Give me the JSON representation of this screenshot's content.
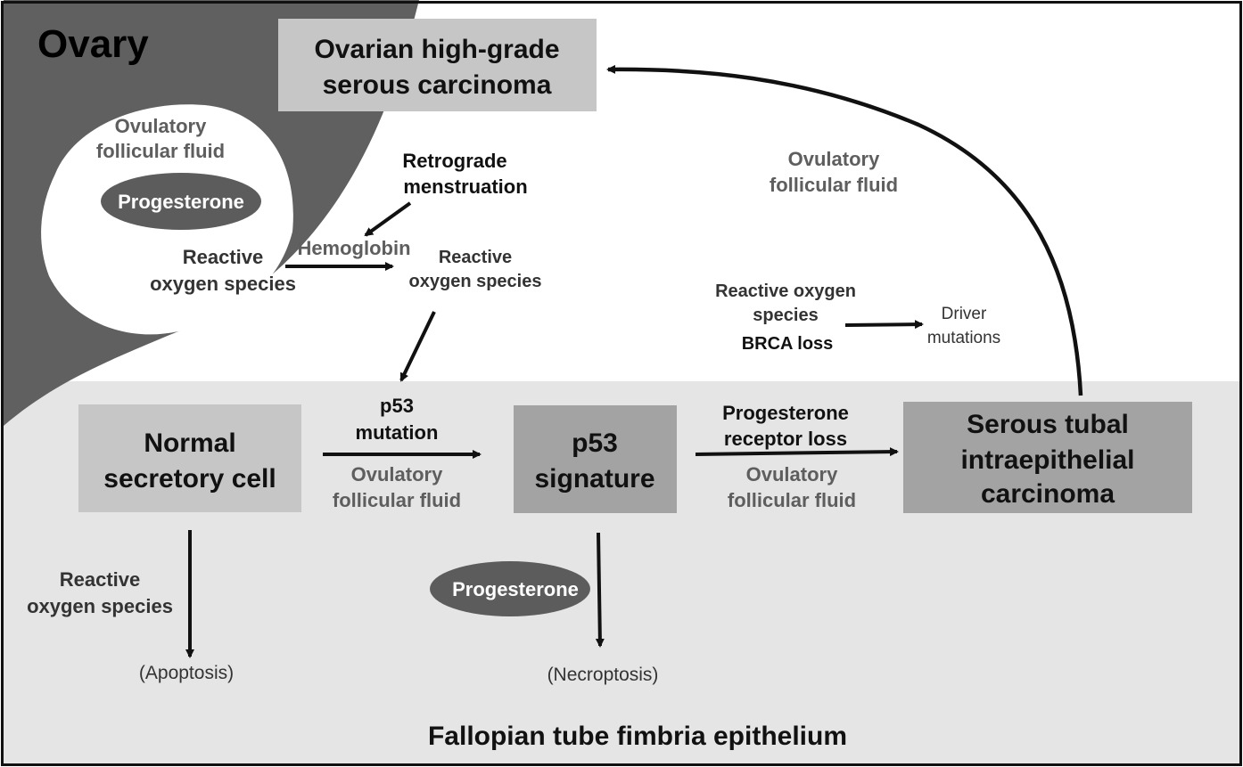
{
  "regions": {
    "ovary_label": "Ovary",
    "fallopian_label": "Fallopian tube fimbria epithelium"
  },
  "follicle": {
    "fluid_line1": "Ovulatory",
    "fluid_line2": "follicular fluid",
    "progesterone": "Progesterone",
    "ros_line1": "Reactive",
    "ros_line2": "oxygen species"
  },
  "retrograde": {
    "line1": "Retrograde",
    "line2": "menstruation"
  },
  "hemoglobin": "Hemoglobin",
  "ros_mid": {
    "line1": "Reactive",
    "line2": "oxygen species"
  },
  "carcinoma_box": {
    "line1": "Ovarian high-grade",
    "line2": "serous carcinoma"
  },
  "arc_label": {
    "line1": "Ovulatory",
    "line2": "follicular fluid"
  },
  "ros_brca": {
    "line1": "Reactive oxygen",
    "line2": "species",
    "line3": "BRCA loss",
    "driver_line1": "Driver",
    "driver_line2": "mutations"
  },
  "normal_box": {
    "line1": "Normal",
    "line2": "secretory cell"
  },
  "p53_mutation": {
    "line1": "p53",
    "line2": "mutation",
    "fluid_line1": "Ovulatory",
    "fluid_line2": "follicular fluid"
  },
  "p53_box": {
    "line1": "p53",
    "line2": "signature"
  },
  "pr_loss": {
    "line1": "Progesterone",
    "line2": "receptor loss",
    "fluid_line1": "Ovulatory",
    "fluid_line2": "follicular fluid"
  },
  "stic_box": {
    "line1": "Serous tubal",
    "line2": "intraepithelial",
    "line3": "carcinoma"
  },
  "apoptosis": {
    "ros_line1": "Reactive",
    "ros_line2": "oxygen species",
    "outcome": "(Apoptosis)"
  },
  "necroptosis": {
    "progesterone": "Progesterone",
    "outcome": "(Necroptosis)"
  },
  "colors": {
    "ovary_dark": "#606060",
    "tube_background": "#e5e5e5",
    "box_light": "#c6c6c6",
    "box_mid": "#a3a3a3",
    "ellipse": "#5c5c5c",
    "gray_text": "#5e5e5e"
  }
}
